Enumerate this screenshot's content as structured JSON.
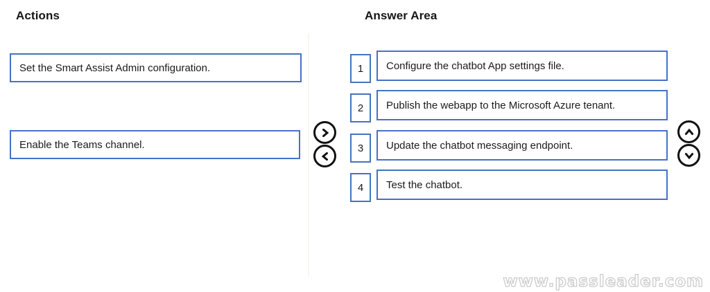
{
  "page": {
    "watermark": "www.passleader.com"
  },
  "colors": {
    "box_border": "#4472c4",
    "text": "#1b1b1b",
    "button_stroke": "#111111",
    "watermark_outline": "#cccccc"
  },
  "actions_panel": {
    "title": "Actions",
    "items": [
      {
        "label": "Set the Smart Assist Admin configuration."
      },
      {
        "label": "Enable the Teams channel."
      }
    ]
  },
  "answer_area": {
    "title": "Answer Area",
    "rows": [
      {
        "number": "1",
        "label": "Configure the chatbot App settings file."
      },
      {
        "number": "2",
        "label": "Publish the webapp to the Microsoft Azure tenant."
      },
      {
        "number": "3",
        "label": "Update the chatbot messaging endpoint."
      },
      {
        "number": "4",
        "label": "Test the chatbot."
      }
    ]
  },
  "controls": {
    "move_right": "move selected action to answer area",
    "move_left": "move selected item back to actions",
    "move_up": "move selected answer up",
    "move_down": "move selected answer down"
  }
}
